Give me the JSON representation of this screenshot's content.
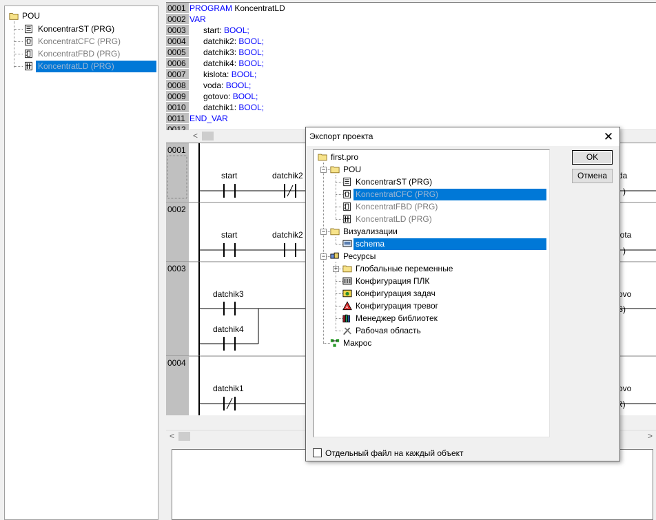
{
  "pou_tree": {
    "root": "POU",
    "items": [
      {
        "label": "KoncentrarST (PRG)",
        "selected": false,
        "dim": false,
        "icon": "st-doc-icon"
      },
      {
        "label": "KoncentratCFC (PRG)",
        "selected": false,
        "dim": true,
        "icon": "cfc-icon"
      },
      {
        "label": "KoncentratFBD (PRG)",
        "selected": false,
        "dim": true,
        "icon": "fbd-icon"
      },
      {
        "label": "KoncentratLD (PRG)",
        "selected": true,
        "dim": true,
        "icon": "ld-icon"
      }
    ]
  },
  "declaration": {
    "lines": [
      {
        "num": "0001",
        "kw": "PROGRAM",
        "text": " KoncentratLD",
        "indent": false
      },
      {
        "num": "0002",
        "kw": "VAR",
        "text": "",
        "indent": false
      },
      {
        "num": "0003",
        "name": "start",
        "type": "BOOL;",
        "indent": true
      },
      {
        "num": "0004",
        "name": "datchik2",
        "type": "BOOL;",
        "indent": true
      },
      {
        "num": "0005",
        "name": "datchik3",
        "type": "BOOL;",
        "indent": true
      },
      {
        "num": "0006",
        "name": "datchik4",
        "type": "BOOL;",
        "indent": true
      },
      {
        "num": "0007",
        "name": "kislota",
        "type": "BOOL;",
        "indent": true
      },
      {
        "num": "0008",
        "name": "voda",
        "type": "BOOL;",
        "indent": true
      },
      {
        "num": "0009",
        "name": "gotovo",
        "type": "BOOL;",
        "indent": true
      },
      {
        "num": "0010",
        "name": "datchik1",
        "type": "BOOL;",
        "indent": true
      },
      {
        "num": "0011",
        "kw": "END_VAR",
        "text": "",
        "indent": false
      },
      {
        "num": "0012",
        "kw": "",
        "text": "",
        "indent": false
      }
    ]
  },
  "ladder": {
    "networks": [
      {
        "num": "0001",
        "contacts": [
          "start",
          "datchik2"
        ],
        "coil_label": "da",
        "coil_sym": ")"
      },
      {
        "num": "0002",
        "contacts": [
          "start",
          "datchik2"
        ],
        "coil_label": "lota",
        "coil_sym": ")"
      },
      {
        "num": "0003",
        "contacts": [
          "datchik3",
          "datchik4"
        ],
        "coil_label": "ovo",
        "coil_sym": "S)"
      },
      {
        "num": "0004",
        "contacts": [
          "datchik1"
        ],
        "coil_label": "ovo",
        "coil_sym": "R)"
      }
    ]
  },
  "dialog": {
    "title": "Экспорт проекта",
    "close_glyph": "✕",
    "ok_label": "OK",
    "cancel_label": "Отмена",
    "checkbox_label": "Отдельный файл на каждый объект",
    "tree": {
      "root": "first.pro",
      "pou_folder": "POU",
      "pou_items": [
        {
          "label": "KoncentrarST (PRG)",
          "icon": "st-doc-icon"
        },
        {
          "label": "KoncentratCFC (PRG)",
          "icon": "cfc-icon"
        },
        {
          "label": "KoncentratFBD (PRG)",
          "icon": "fbd-icon"
        },
        {
          "label": "KoncentratLD (PRG)",
          "icon": "ld-icon"
        }
      ],
      "vis_folder": "Визуализации",
      "vis_items": [
        {
          "label": "schema",
          "icon": "visualization-icon"
        }
      ],
      "res_folder": "Ресурсы",
      "res_items": [
        {
          "label": "Глобальные переменные",
          "icon": "folder-icon"
        },
        {
          "label": "Конфигурация ПЛК",
          "icon": "plc-config-icon"
        },
        {
          "label": "Конфигурация задач",
          "icon": "task-config-icon"
        },
        {
          "label": "Конфигурация тревог",
          "icon": "alarm-config-icon"
        },
        {
          "label": "Менеджер библиотек",
          "icon": "library-manager-icon"
        },
        {
          "label": "Рабочая область",
          "icon": "workspace-icon"
        }
      ],
      "macro": "Макрос"
    }
  },
  "colors": {
    "selection": "#0078d7",
    "keyword": "#0000ff",
    "line_number_bg": "#c0c0c0"
  }
}
